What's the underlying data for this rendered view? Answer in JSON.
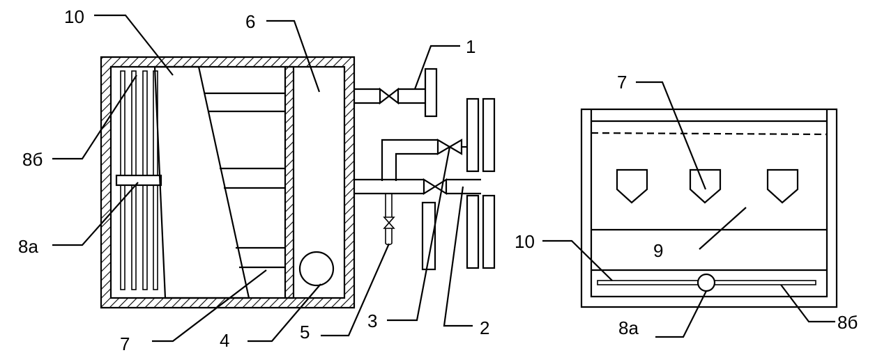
{
  "left_view": {
    "labels": {
      "l10": "10",
      "l6": "6",
      "l1": "1",
      "l8b": "8б",
      "l8a": "8а",
      "l7": "7",
      "l4": "4",
      "l5": "5",
      "l3": "3",
      "l2": "2"
    }
  },
  "right_view": {
    "labels": {
      "l7": "7",
      "l9": "9",
      "l10": "10",
      "l8a": "8а",
      "l8b": "8б"
    }
  }
}
